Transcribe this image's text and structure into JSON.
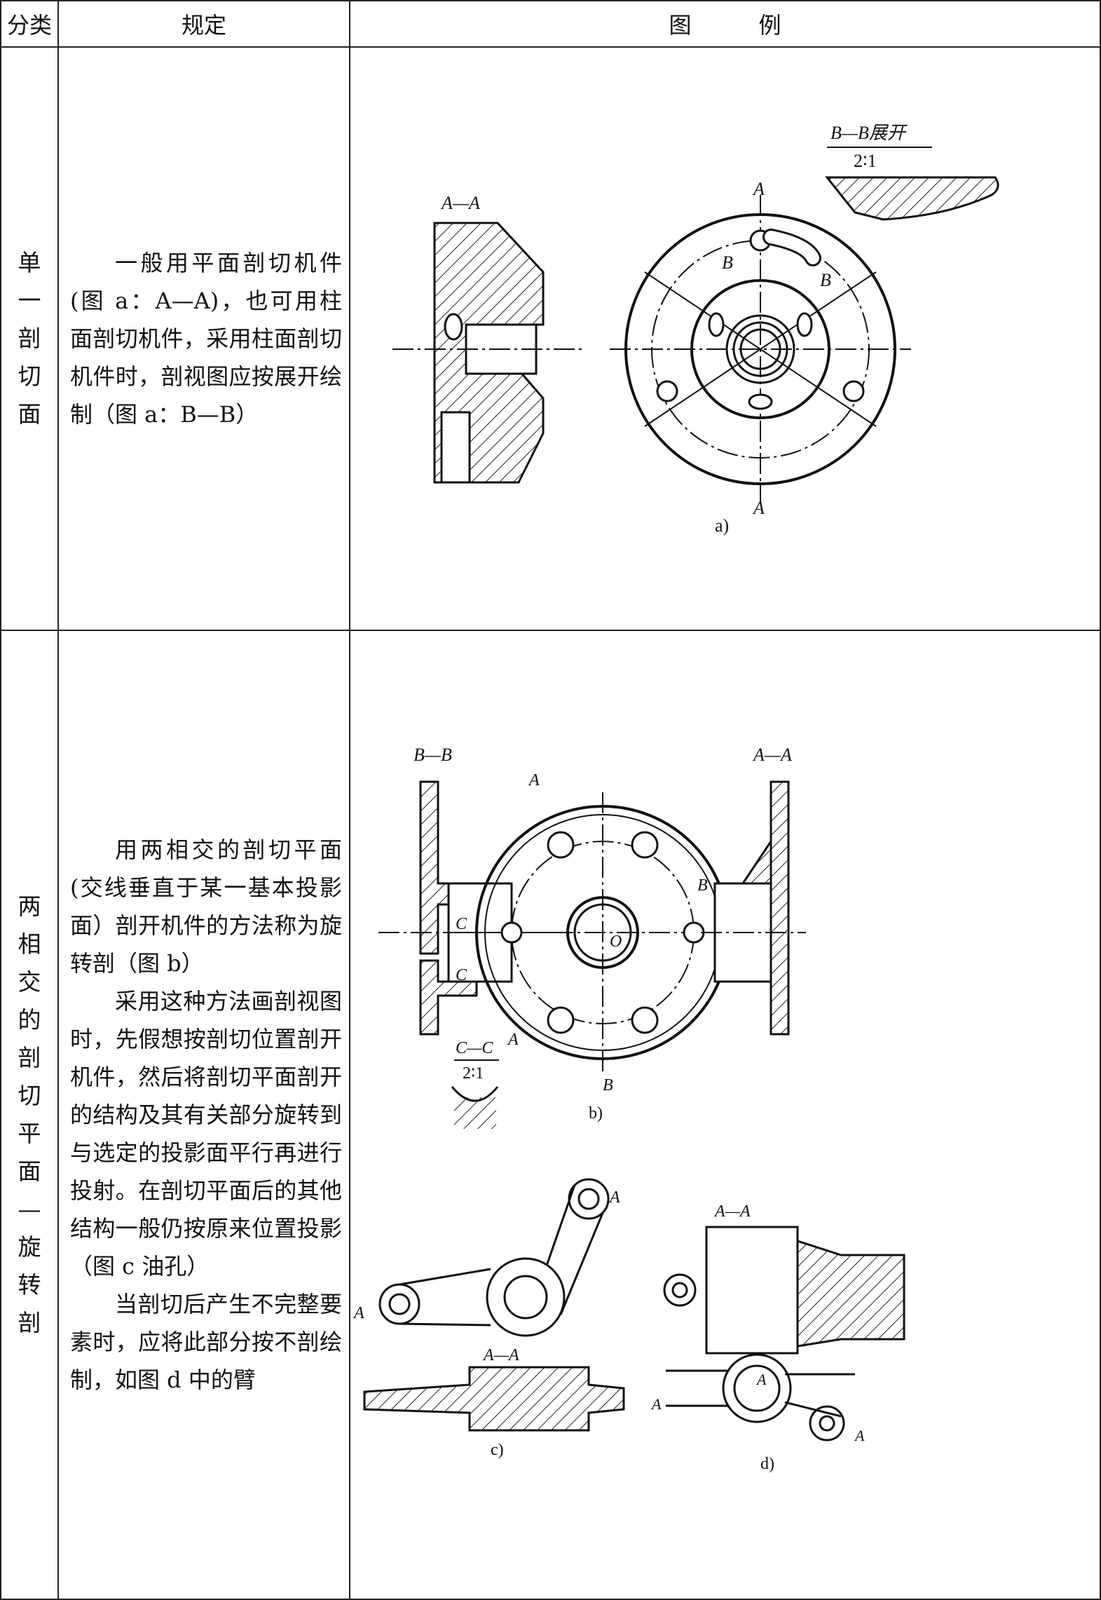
{
  "header": {
    "category": "分类",
    "rule": "规定",
    "figure": "图　　　例"
  },
  "rows": [
    {
      "category": [
        "单",
        "一",
        "剖",
        "切",
        "面"
      ],
      "rule_paragraphs": [
        "一般用平面剖切机件(图 a：A—A)，也可用柱面剖切机件，采用柱面剖切机件时，剖视图应按展开绘制（图 a：B—B）"
      ],
      "figure": {
        "caption": "a)",
        "labels": {
          "aa": "A—A",
          "bb_expand": "B—B展开",
          "scale": "2∶1",
          "a": "A",
          "b": "B"
        }
      }
    },
    {
      "category": [
        "两",
        "相",
        "交",
        "的",
        "剖",
        "切",
        "平",
        "面",
        "—",
        "旋",
        "转",
        "剖"
      ],
      "rule_paragraphs": [
        "用两相交的剖切平面(交线垂直于某一基本投影面）剖开机件的方法称为旋转剖（图 b）",
        "采用这种方法画剖视图时，先假想按剖切位置剖开机件，然后将剖切平面剖开的结构及其有关部分旋转到与选定的投影面平行再进行投射。在剖切平面后的其他结构一般仍按原来位置投影（图 c 油孔）",
        "当剖切后产生不完整要素时，应将此部分按不剖绘制，如图 d 中的臂"
      ],
      "figure": {
        "captions": {
          "b": "b)",
          "c": "c)",
          "d": "d)"
        },
        "labels": {
          "aa": "A—A",
          "bb": "B—B",
          "cc": "C—C",
          "scale": "2∶1",
          "a": "A",
          "b": "B",
          "c": "C",
          "o": "O"
        }
      }
    }
  ]
}
